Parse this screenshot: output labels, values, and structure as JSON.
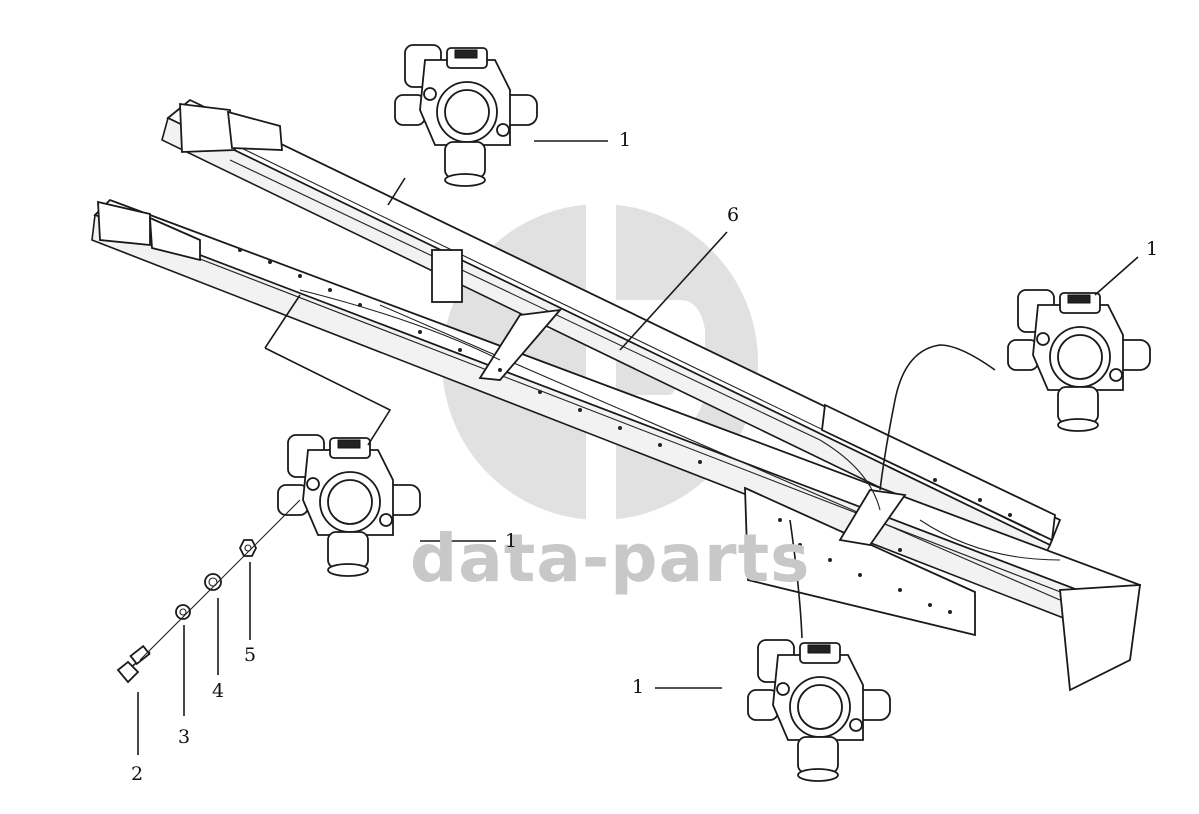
{
  "diagram": {
    "watermark": {
      "text": "data-parts",
      "color": "#c8c8c8"
    },
    "callouts": [
      {
        "id": "c1a",
        "label": "1"
      },
      {
        "id": "c1b",
        "label": "1"
      },
      {
        "id": "c1c",
        "label": "1"
      },
      {
        "id": "c1d",
        "label": "1"
      },
      {
        "id": "c2",
        "label": "2"
      },
      {
        "id": "c3",
        "label": "3"
      },
      {
        "id": "c4",
        "label": "4"
      },
      {
        "id": "c5",
        "label": "5"
      },
      {
        "id": "c6",
        "label": "6"
      }
    ],
    "parts": [
      {
        "name": "valve-assembly",
        "callout": "1",
        "count": 4
      },
      {
        "name": "bolt",
        "callout": "2"
      },
      {
        "name": "washer",
        "callout": "3"
      },
      {
        "name": "spring-washer",
        "callout": "4"
      },
      {
        "name": "nut",
        "callout": "5"
      },
      {
        "name": "frame-assembly",
        "callout": "6"
      }
    ]
  }
}
